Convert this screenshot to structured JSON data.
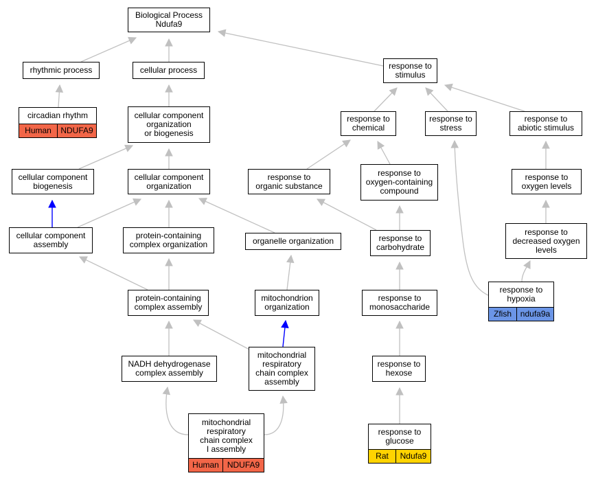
{
  "nodes": {
    "root": {
      "label": "Biological Process\nNdufa9"
    },
    "rhythmic": {
      "label": "rhythmic process"
    },
    "cellular_process": {
      "label": "cellular process"
    },
    "resp_stimulus": {
      "label": "response to\nstimulus"
    },
    "circadian": {
      "label": "circadian rhythm",
      "tags": [
        {
          "text": "Human",
          "kind": "human"
        },
        {
          "text": "NDUFA9",
          "kind": "human"
        }
      ]
    },
    "ccob": {
      "label": "cellular component\norganization\nor biogenesis"
    },
    "resp_chemical": {
      "label": "response to\nchemical"
    },
    "resp_stress": {
      "label": "response to\nstress"
    },
    "resp_abiotic": {
      "label": "response to\nabiotic stimulus"
    },
    "cc_biogenesis": {
      "label": "cellular component\nbiogenesis"
    },
    "cc_organization": {
      "label": "cellular component\norganization"
    },
    "resp_organic": {
      "label": "response to\norganic substance"
    },
    "resp_oxygen_compound": {
      "label": "response to\noxygen-containing\ncompound"
    },
    "resp_oxygen_levels": {
      "label": "response to\noxygen levels"
    },
    "cc_assembly": {
      "label": "cellular component\nassembly"
    },
    "pcc_organization": {
      "label": "protein-containing\ncomplex organization"
    },
    "organelle_org": {
      "label": "organelle organization"
    },
    "resp_carbohydrate": {
      "label": "response to\ncarbohydrate"
    },
    "resp_decreased_oxygen": {
      "label": "response to\ndecreased oxygen\nlevels"
    },
    "resp_hypoxia": {
      "label": "response to\nhypoxia",
      "tags": [
        {
          "text": "Zfish",
          "kind": "zfish"
        },
        {
          "text": "ndufa9a",
          "kind": "zfish"
        }
      ]
    },
    "pcc_assembly": {
      "label": "protein-containing\ncomplex assembly"
    },
    "mito_org": {
      "label": "mitochondrion\norganization"
    },
    "resp_monosaccharide": {
      "label": "response to\nmonosaccharide"
    },
    "nadh_assembly": {
      "label": "NADH dehydrogenase\ncomplex assembly"
    },
    "mrcca": {
      "label": "mitochondrial\nrespiratory\nchain complex\nassembly"
    },
    "resp_hexose": {
      "label": "response to\nhexose"
    },
    "mrcc1": {
      "label": "mitochondrial\nrespiratory\nchain complex\nI assembly",
      "tags": [
        {
          "text": "Human",
          "kind": "human"
        },
        {
          "text": "NDUFA9",
          "kind": "human"
        }
      ]
    },
    "resp_glucose": {
      "label": "response to\nglucose",
      "tags": [
        {
          "text": "Rat",
          "kind": "rat"
        },
        {
          "text": "Ndufa9",
          "kind": "rat"
        }
      ]
    }
  },
  "edges": [
    {
      "from": "rhythmic",
      "to": "root",
      "color": "gray"
    },
    {
      "from": "cellular_process",
      "to": "root",
      "color": "gray"
    },
    {
      "from": "resp_stimulus",
      "to": "root",
      "color": "gray"
    },
    {
      "from": "circadian",
      "to": "rhythmic",
      "color": "gray"
    },
    {
      "from": "ccob",
      "to": "cellular_process",
      "color": "gray"
    },
    {
      "from": "resp_chemical",
      "to": "resp_stimulus",
      "color": "gray"
    },
    {
      "from": "resp_stress",
      "to": "resp_stimulus",
      "color": "gray"
    },
    {
      "from": "resp_abiotic",
      "to": "resp_stimulus",
      "color": "gray"
    },
    {
      "from": "cc_biogenesis",
      "to": "ccob",
      "color": "gray"
    },
    {
      "from": "cc_organization",
      "to": "ccob",
      "color": "gray"
    },
    {
      "from": "resp_organic",
      "to": "resp_chemical",
      "color": "gray"
    },
    {
      "from": "resp_oxygen_compound",
      "to": "resp_chemical",
      "color": "gray"
    },
    {
      "from": "resp_oxygen_levels",
      "to": "resp_abiotic",
      "color": "gray"
    },
    {
      "from": "cc_assembly",
      "to": "cc_biogenesis",
      "color": "blue"
    },
    {
      "from": "cc_assembly",
      "to": "cc_organization",
      "color": "gray"
    },
    {
      "from": "pcc_organization",
      "to": "cc_organization",
      "color": "gray"
    },
    {
      "from": "organelle_org",
      "to": "cc_organization",
      "color": "gray"
    },
    {
      "from": "resp_carbohydrate",
      "to": "resp_organic",
      "color": "gray"
    },
    {
      "from": "resp_carbohydrate",
      "to": "resp_oxygen_compound",
      "color": "gray"
    },
    {
      "from": "resp_decreased_oxygen",
      "to": "resp_oxygen_levels",
      "color": "gray"
    },
    {
      "from": "resp_hypoxia",
      "to": "resp_decreased_oxygen",
      "color": "gray"
    },
    {
      "from": "resp_hypoxia",
      "to": "resp_stress",
      "color": "gray"
    },
    {
      "from": "pcc_assembly",
      "to": "cc_assembly",
      "color": "gray"
    },
    {
      "from": "pcc_assembly",
      "to": "pcc_organization",
      "color": "gray"
    },
    {
      "from": "mito_org",
      "to": "organelle_org",
      "color": "gray"
    },
    {
      "from": "resp_monosaccharide",
      "to": "resp_carbohydrate",
      "color": "gray"
    },
    {
      "from": "nadh_assembly",
      "to": "pcc_assembly",
      "color": "gray"
    },
    {
      "from": "mrcca",
      "to": "pcc_assembly",
      "color": "gray"
    },
    {
      "from": "mrcca",
      "to": "mito_org",
      "color": "blue"
    },
    {
      "from": "resp_hexose",
      "to": "resp_monosaccharide",
      "color": "gray"
    },
    {
      "from": "mrcc1",
      "to": "nadh_assembly",
      "color": "gray"
    },
    {
      "from": "mrcc1",
      "to": "mrcca",
      "color": "gray"
    },
    {
      "from": "resp_glucose",
      "to": "resp_hexose",
      "color": "gray"
    }
  ],
  "colors": {
    "gray": "#c0c0c0",
    "blue": "#0000ff",
    "human": "#f26648",
    "zfish": "#6b95e6",
    "rat": "#ffd400"
  }
}
